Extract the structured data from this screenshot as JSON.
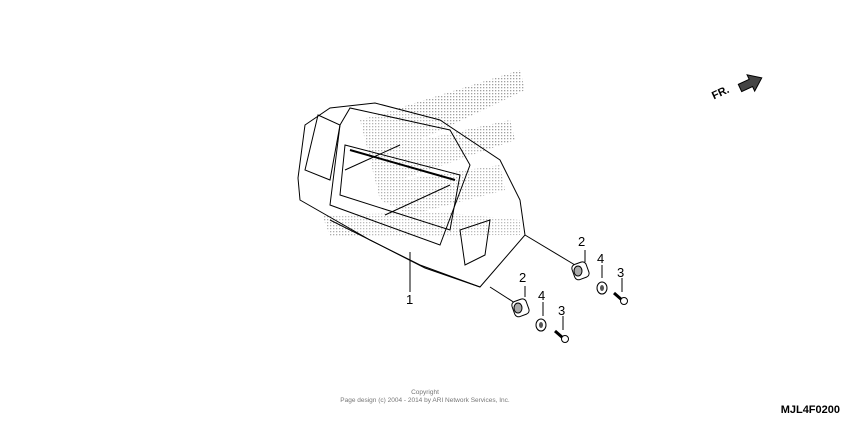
{
  "diagram": {
    "callouts": [
      {
        "id": "part-1",
        "label": "1"
      },
      {
        "id": "part-2a",
        "label": "2"
      },
      {
        "id": "part-4a",
        "label": "4"
      },
      {
        "id": "part-3a",
        "label": "3"
      },
      {
        "id": "part-2b",
        "label": "2"
      },
      {
        "id": "part-4b",
        "label": "4"
      },
      {
        "id": "part-3b",
        "label": "3"
      }
    ],
    "direction_label": "FR.",
    "diagram_code": "MJL4F0200"
  },
  "footer": {
    "copyright_title": "Copyright",
    "copyright_text": "Page design (c) 2004 - 2014 by ARI Network Services, Inc."
  }
}
